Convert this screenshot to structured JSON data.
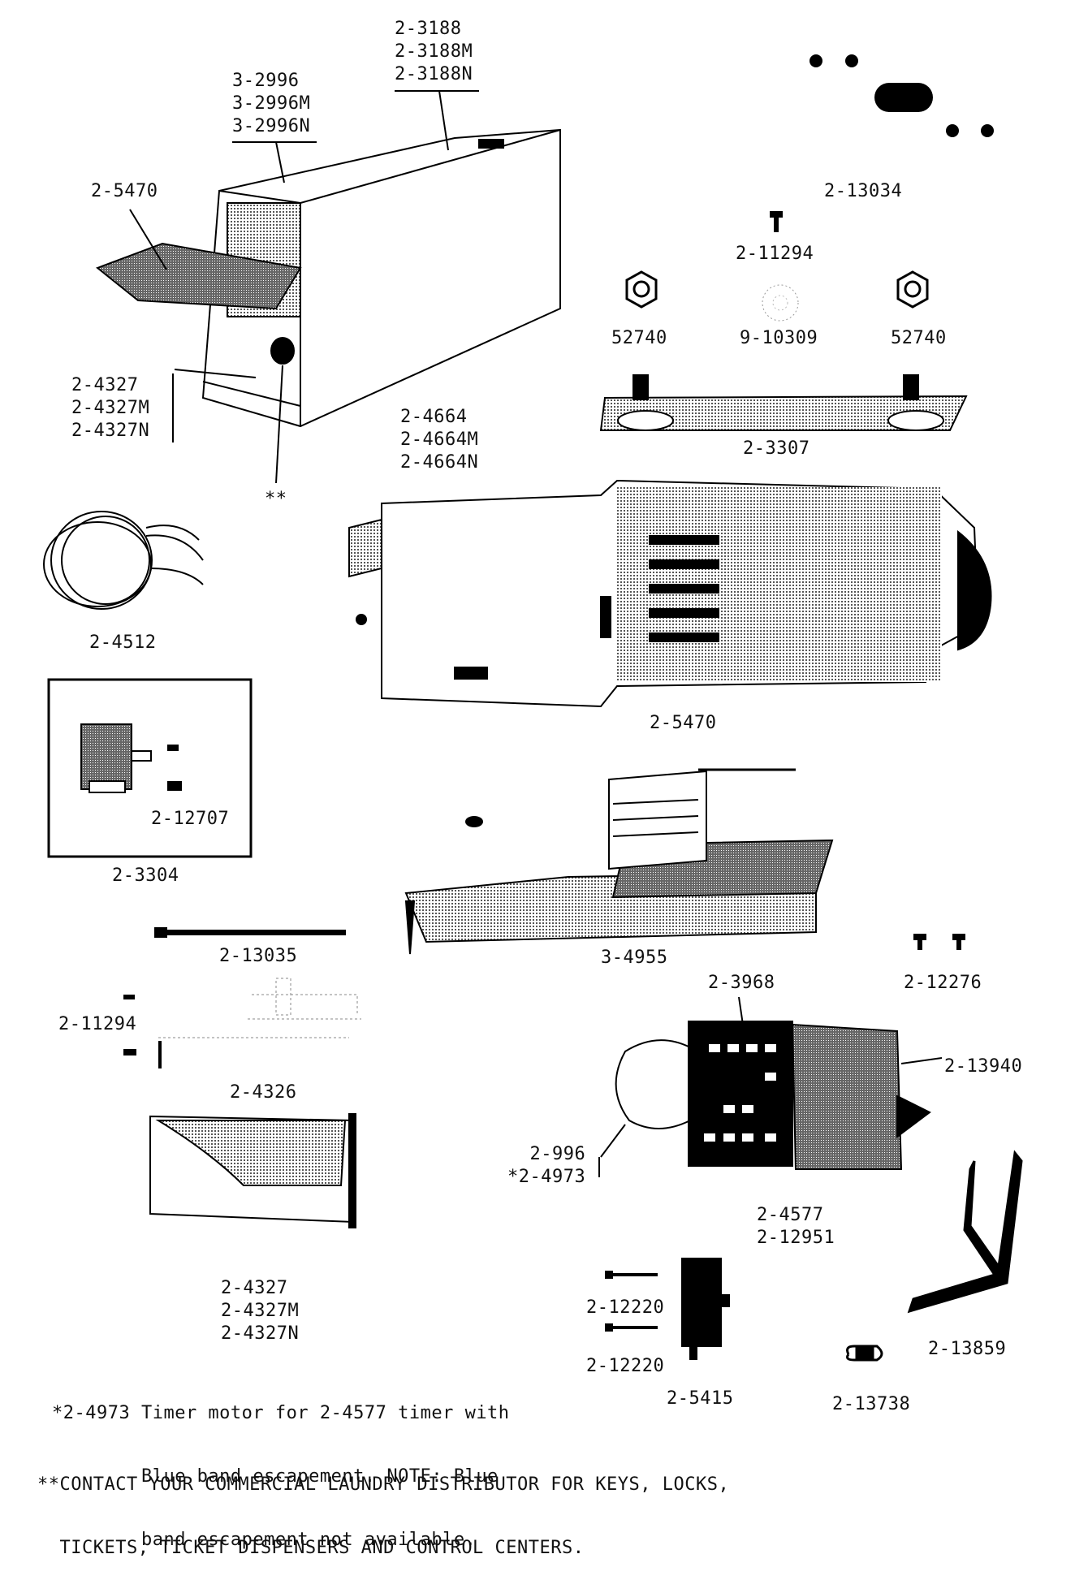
{
  "labels": {
    "p_3188": [
      "2-3188",
      "2-3188M",
      "2-3188N"
    ],
    "p_2996": [
      "3-2996",
      "3-2996M",
      "3-2996N"
    ],
    "p_5470_top": "2-5470",
    "p_13034": "2-13034",
    "p_11294_top": "2-11294",
    "p_52740_left": "52740",
    "p_10309": "9-10309",
    "p_52740_right": "52740",
    "p_4327_top": [
      "2-4327",
      "2-4327M",
      "2-4327N"
    ],
    "p_4664": [
      "2-4664",
      "2-4664M",
      "2-4664N"
    ],
    "p_3307": "2-3307",
    "p_stars": "**",
    "p_4512": "2-4512",
    "p_5470_mid": "2-5470",
    "p_12707": "2-12707",
    "p_3304": "2-3304",
    "p_13035": "2-13035",
    "p_4955": "3-4955",
    "p_3968": "2-3968",
    "p_12276": "2-12276",
    "p_11294_left": "2-11294",
    "p_13940": "2-13940",
    "p_4326": "2-4326",
    "p_996": [
      "2-996",
      "*2-4973"
    ],
    "p_4577": [
      "2-4577",
      "2-12951"
    ],
    "p_4327_bottom": [
      "2-4327",
      "2-4327M",
      "2-4327N"
    ],
    "p_12220_a": "2-12220",
    "p_12220_b": "2-12220",
    "p_13859": "2-13859",
    "p_5415": "2-5415",
    "p_13738": "2-13738"
  },
  "footnotes": {
    "timer_note_lines": [
      "*2-4973 Timer motor for 2-4577 timer with",
      "        Blue band escapement. NOTE: Blue",
      "        band escapement not available."
    ],
    "contact_note_lines": [
      "**CONTACT YOUR COMMERCIAL LAUNDRY DISTRIBUTOR FOR KEYS, LOCKS,",
      "  TICKETS, TICKET DISPENSERS AND CONTROL CENTERS."
    ]
  }
}
